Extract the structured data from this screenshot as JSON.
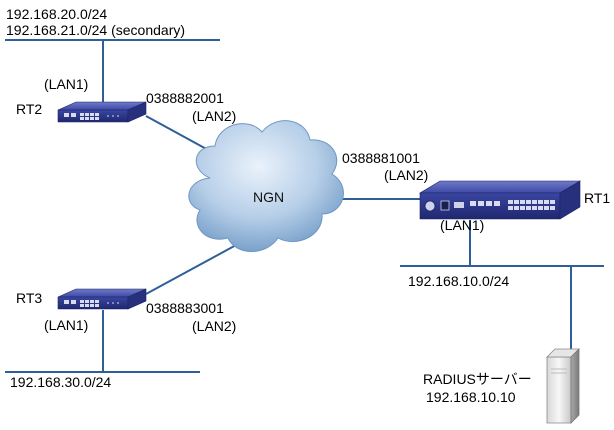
{
  "networks": {
    "rt2_lan": {
      "subnet": "192.168.20.0/24",
      "secondary": "192.168.21.0/24  (secondary)"
    },
    "rt1_lan": {
      "subnet": "192.168.10.0/24"
    },
    "rt3_lan": {
      "subnet": "192.168.30.0/24"
    }
  },
  "cloud": {
    "label": "NGN"
  },
  "routers": {
    "rt1": {
      "name": "RT1",
      "number": "0388881001",
      "wan_if": "(LAN2)",
      "lan_if": "(LAN1)"
    },
    "rt2": {
      "name": "RT2",
      "number": "0388882001",
      "wan_if": "(LAN2)",
      "lan_if": "(LAN1)"
    },
    "rt3": {
      "name": "RT3",
      "number": "0388883001",
      "wan_if": "(LAN2)",
      "lan_if": "(LAN1)"
    }
  },
  "server": {
    "name": "RADIUSサーバー",
    "ip": "192.168.10.10"
  },
  "colors": {
    "line": "#2f5f9a",
    "router_body": "#34409a",
    "router_dark": "#1c2366",
    "cloud_light": "#dbe8f6",
    "cloud_dark": "#7ea6cf",
    "server_light": "#eeeeee",
    "server_dark": "#9a9a9a"
  }
}
